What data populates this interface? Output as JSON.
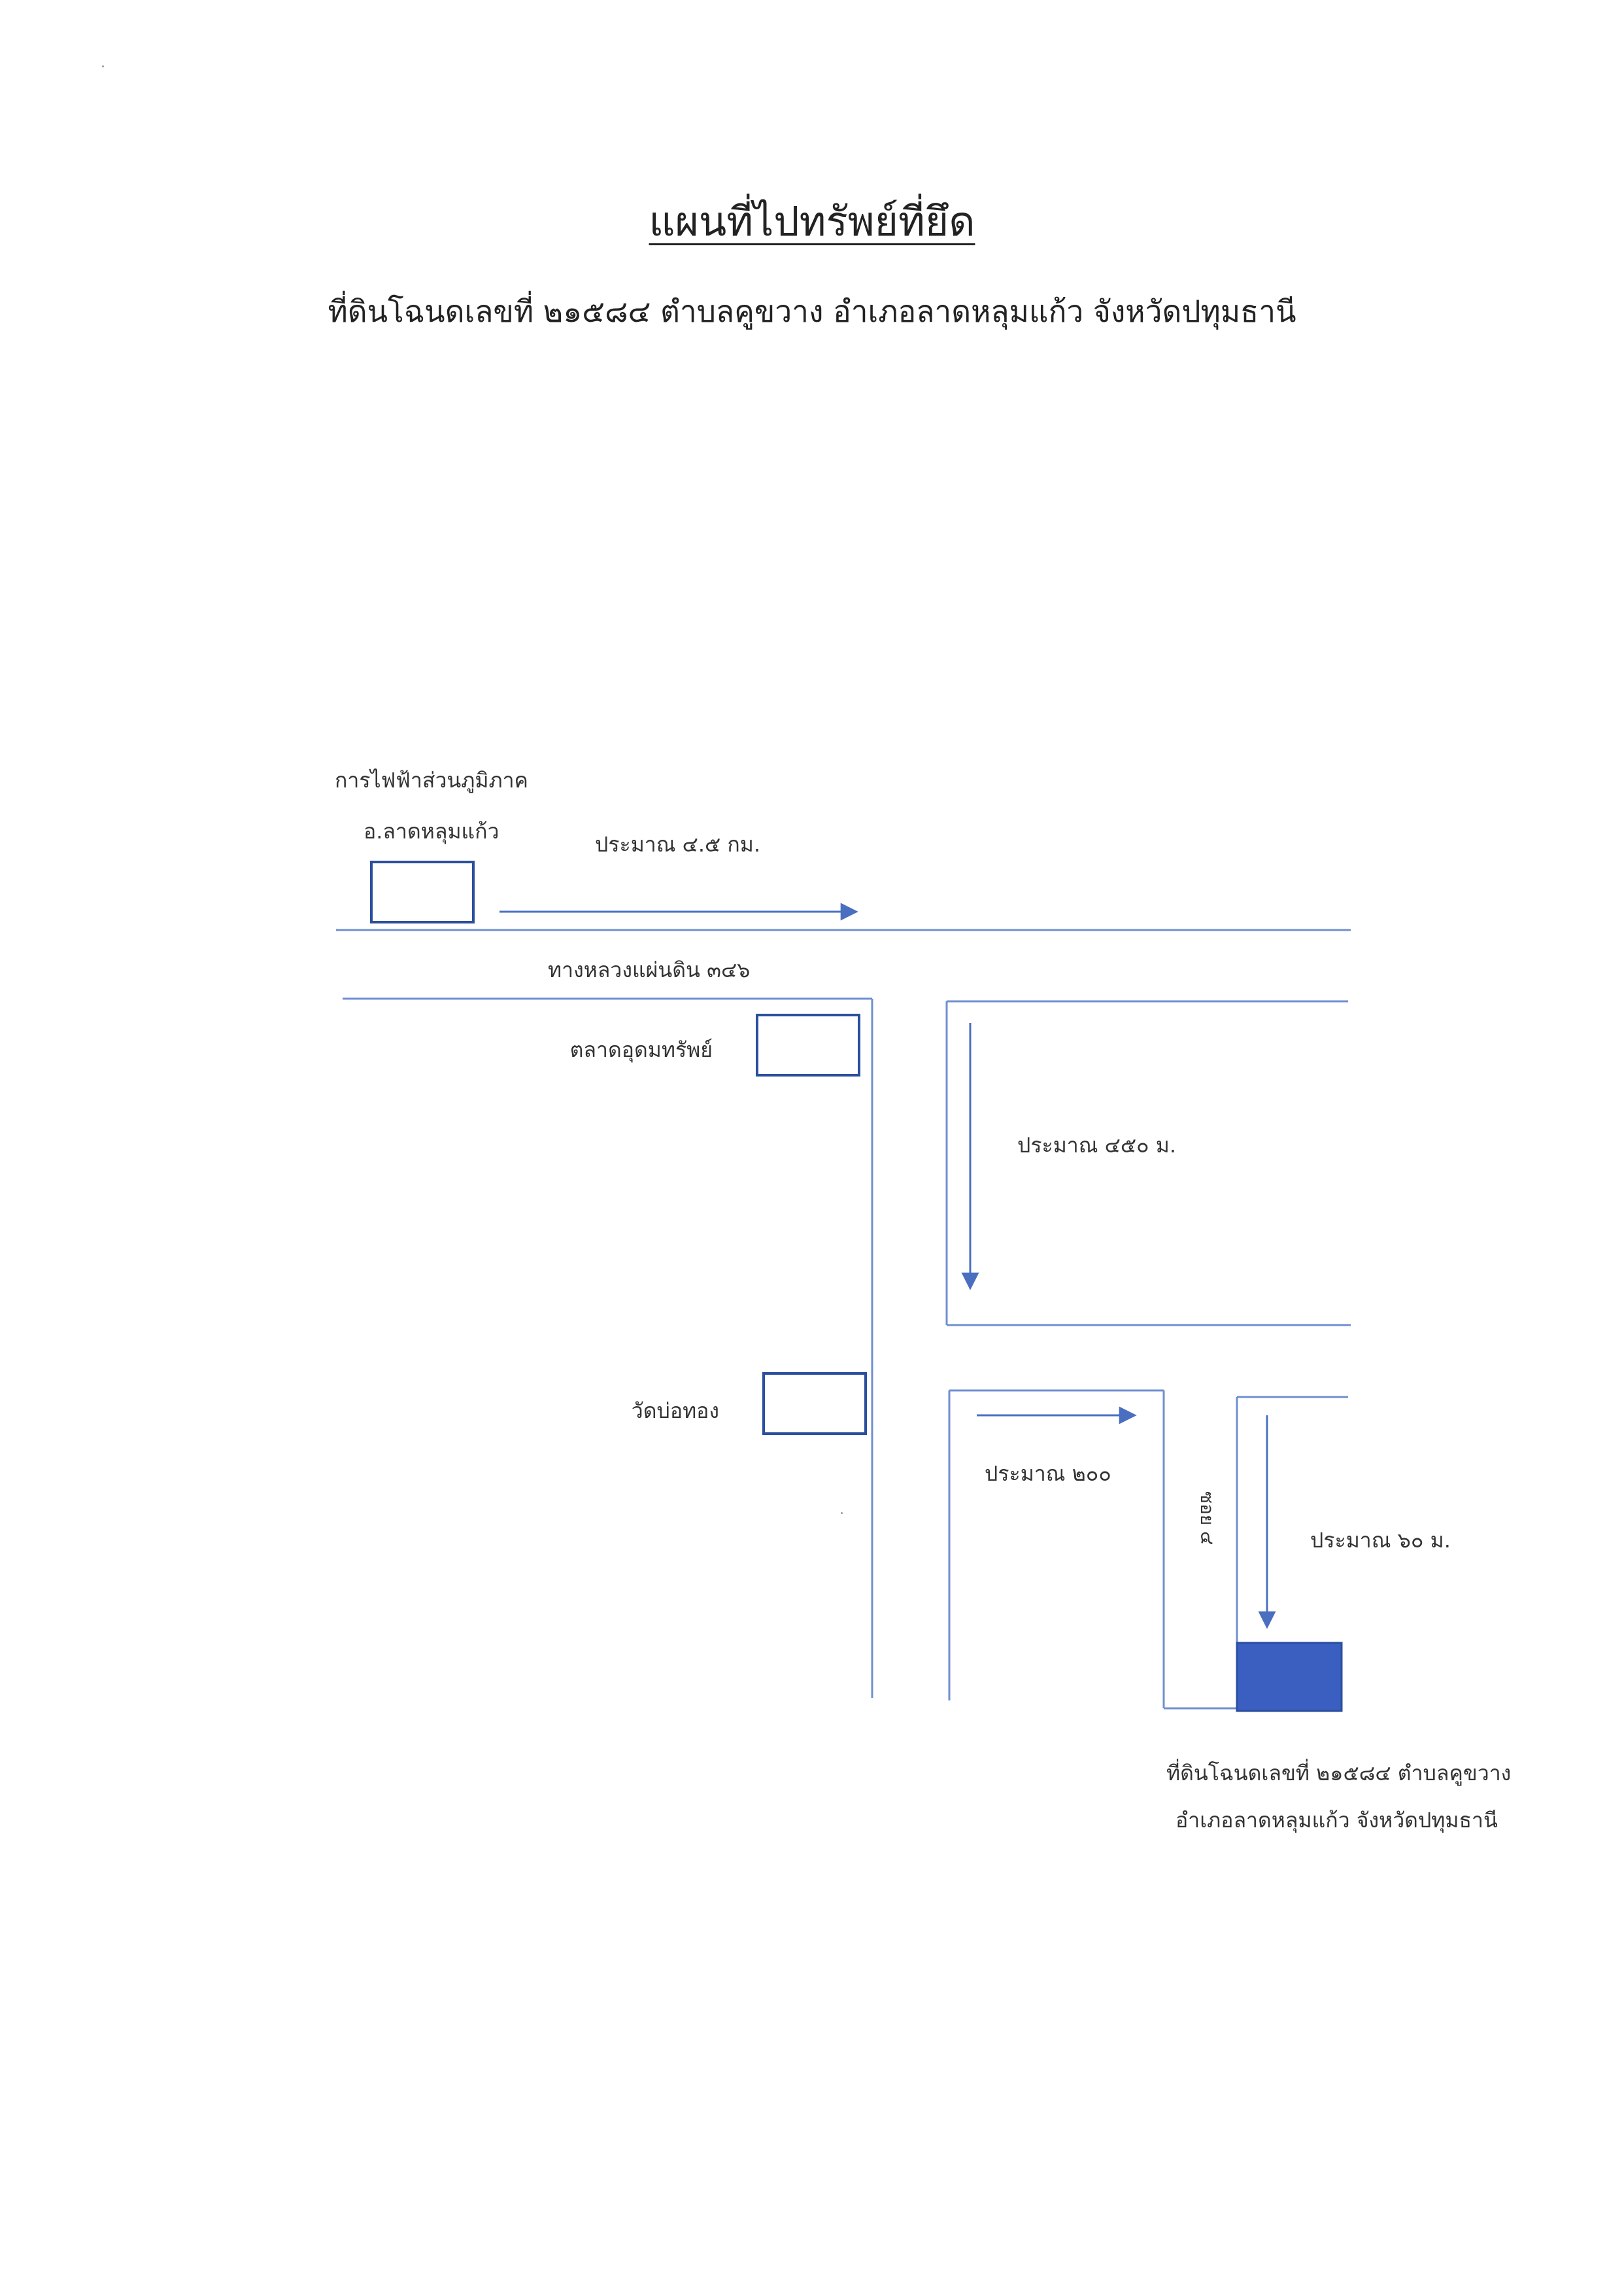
{
  "title": "แผนที่ไปทรัพย์ที่ยึด",
  "subtitle": "ที่ดินโฉนดเลขที่ ๒๑๕๘๔ ตำบลคูขวาง อำเภอลาดหลุมแก้ว จังหวัดปทุมธานี",
  "colors": {
    "road": "#5b7fc7",
    "box_outline": "#2b4f9e",
    "target_fill": "#3a5fc1",
    "arrow": "#4a6fc0"
  },
  "map": {
    "landmarks": [
      {
        "name": "pea-office",
        "label_line1": "การไฟฟ้าส่วนภูมิภาค",
        "label_line2": "อ.ลาดหลุมแก้ว"
      },
      {
        "name": "udomsap-market",
        "label": "ตลาดอุดมทรัพย์"
      },
      {
        "name": "wat-bo-thong",
        "label": "วัดบ่อทอง"
      }
    ],
    "road_label": "ทางหลวงแผ่นดิน ๓๔๖",
    "soi_label": "ซอย ๔",
    "distances": {
      "highway": "ประมาณ ๔.๕ กม.",
      "side_road": "ประมาณ ๔๕๐ ม.",
      "turn": "ประมาณ ๒๐๐",
      "soi": "ประมาณ ๖๐ ม."
    },
    "destination": {
      "line1": "ที่ดินโฉนดเลขที่ ๒๑๕๘๔ ตำบลคูขวาง",
      "line2": "อำเภอลาดหลุมแก้ว จังหวัดปทุมธานี"
    }
  }
}
